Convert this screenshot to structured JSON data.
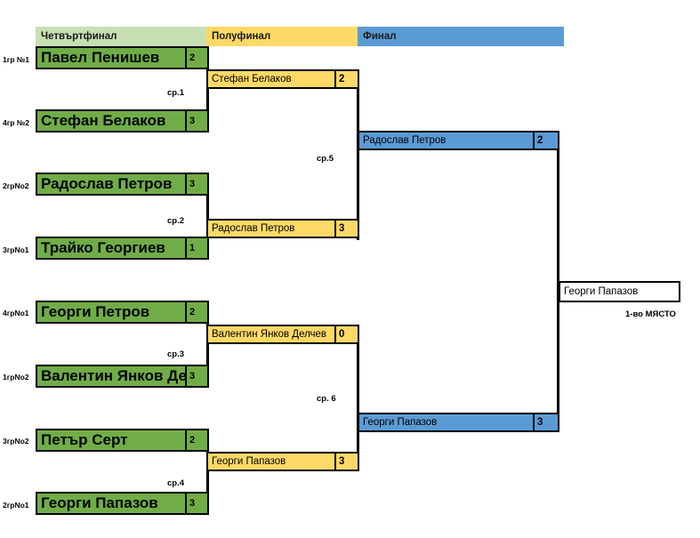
{
  "headers": [
    {
      "label": "Четвъртфинал",
      "color": "#c6e0b4"
    },
    {
      "label": "Полуфинал",
      "color": "#ffd966"
    },
    {
      "label": "Финал",
      "color": "#5b9bd5"
    }
  ],
  "seeds": [
    {
      "label": "1гр №1"
    },
    {
      "label": "4гр №2"
    },
    {
      "label": "2грNo2"
    },
    {
      "label": "3грNo1"
    },
    {
      "label": "4грNo1"
    },
    {
      "label": "1грNo2"
    },
    {
      "label": "3грNo2"
    },
    {
      "label": "2грNo1"
    }
  ],
  "quarterfinals": [
    {
      "name": "Павел Пенишев",
      "score": "2"
    },
    {
      "name": "Стефан Белаков",
      "score": "3"
    },
    {
      "name": "Радослав Петров",
      "score": "3"
    },
    {
      "name": "Трайко Георгиев",
      "score": "1"
    },
    {
      "name": "Георги Петров",
      "score": "2"
    },
    {
      "name": "Валентин Янков Дел",
      "score": "3"
    },
    {
      "name": "Петър Серт",
      "score": "2"
    },
    {
      "name": "Георги Папазов",
      "score": "3"
    }
  ],
  "semifinals": [
    {
      "name": "Стефан Белаков",
      "score": "2"
    },
    {
      "name": "Радослав Петров",
      "score": "3"
    },
    {
      "name": "Валентин Янков Делчев",
      "score": "0"
    },
    {
      "name": "Георги Папазов",
      "score": "3"
    }
  ],
  "final": [
    {
      "name": "Радослав Петров",
      "score": "2"
    },
    {
      "name": "Георги Папазов",
      "score": "3"
    }
  ],
  "winner": {
    "name": "Георги Папазов",
    "place": "1-во МЯСТО"
  },
  "match_labels": [
    {
      "label": "ср.1"
    },
    {
      "label": "ср.2"
    },
    {
      "label": "ср.3"
    },
    {
      "label": "ср.4"
    },
    {
      "label": "ср.5"
    },
    {
      "label": "ср. 6"
    }
  ],
  "colors": {
    "quarterfinal_header": "#c6e0b4",
    "semifinal_header": "#ffd966",
    "final_header": "#5b9bd5",
    "quarterfinal_slot": "#70ad47",
    "semifinal_slot": "#ffd966",
    "final_slot": "#5b9bd5",
    "line": "#000000"
  }
}
